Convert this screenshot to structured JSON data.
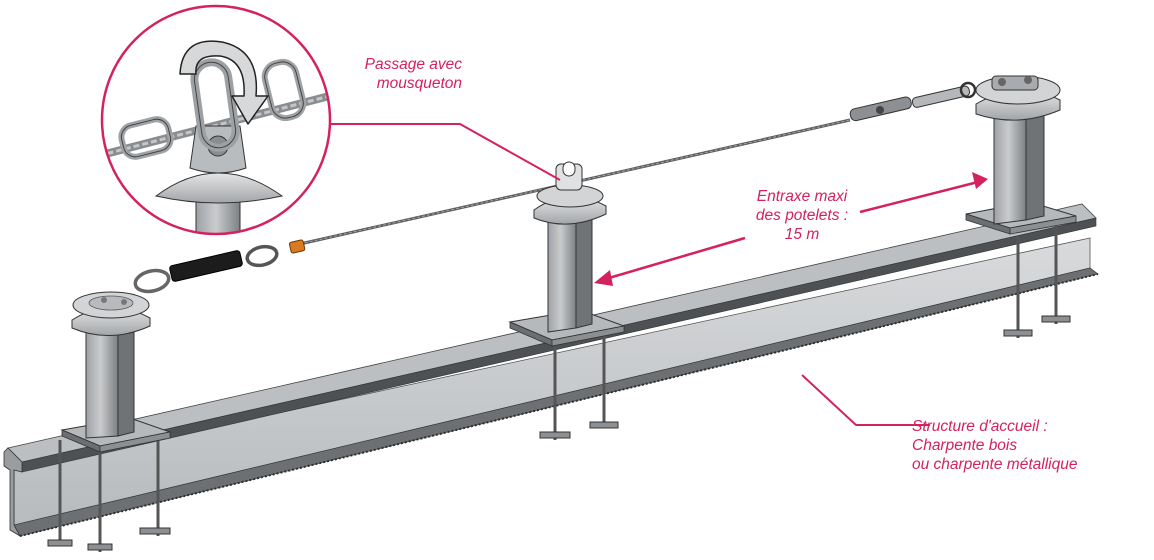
{
  "colors": {
    "accent": "#d4215f",
    "steel_light": "#cfd1d3",
    "steel_mid": "#a9acaf",
    "steel_dark": "#55585b",
    "outline": "#333333",
    "cable": "#6a6d70",
    "absorber": "#1c1c1c",
    "orange_fitting": "#d97a1e"
  },
  "annotations": {
    "passage": {
      "line1": "Passage avec",
      "line2": "mousqueton"
    },
    "entraxe": {
      "line1": "Entraxe maxi",
      "line2": "des potelets :",
      "line3": "15 m"
    },
    "structure": {
      "line1": "Structure d'accueil :",
      "line2": "Charpente bois",
      "line3": "ou charpente métallique"
    }
  },
  "icons": {
    "rotation": "curved-arrow-icon",
    "carabiner": "carabiner-icon"
  }
}
